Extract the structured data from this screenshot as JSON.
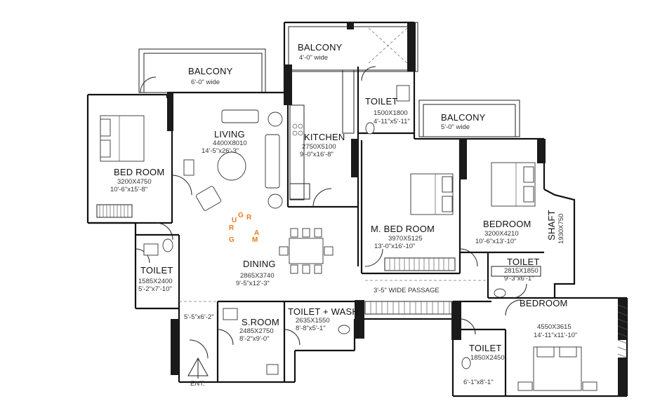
{
  "rooms": {
    "bed_room_left": {
      "name": "BED ROOM",
      "dim_mm": "3200X4750",
      "dim_ft": "10'-6\"x15'-8\""
    },
    "living": {
      "name": "LIVING",
      "dim_mm": "4400X8010",
      "dim_ft": "14'-5\"x26'-3\""
    },
    "kitchen": {
      "name": "KITCHEN",
      "dim_mm": "2750X5100",
      "dim_ft": "9'-0\"x16'-8\""
    },
    "toilet_top": {
      "name": "TOILET",
      "dim_mm": "1500X1800",
      "dim_ft": "4'-11\"x5'-11\""
    },
    "m_bed_room": {
      "name": "M. BED ROOM",
      "dim_mm": "3970X5125",
      "dim_ft": "13'-0\"x16'-10\""
    },
    "bedroom_right": {
      "name": "BEDROOM",
      "dim_mm": "3200X4210",
      "dim_ft": "10'-6\"x13'-10\""
    },
    "shaft": {
      "name": "SHAFT",
      "dim_mm": "1930X750"
    },
    "toilet_mid_right": {
      "name": "TOILET",
      "dim_mm": "2815X1850",
      "dim_ft": "9'-3\"x6'-1\""
    },
    "dining": {
      "name": "DINING",
      "dim_mm": "2865X3740",
      "dim_ft": "9'-5\"x12'-3\""
    },
    "toilet_left": {
      "name": "TOILET",
      "dim_mm": "1585X2400",
      "dim_ft": "5'-2\"x7'-10\""
    },
    "s_room": {
      "name": "S.ROOM",
      "dim_mm": "2485X2750",
      "dim_ft": "8'-2\"x9'-0\""
    },
    "toilet_wash": {
      "name": "TOILET + WASH",
      "dim_mm": "2635X1550",
      "dim_ft": "8'-8\"x5'-1\""
    },
    "bedroom_bottom": {
      "name": "BEDROOM",
      "dim_mm": "4550X3615",
      "dim_ft": "14'-11\"x11'-10\""
    },
    "toilet_bottom": {
      "name": "TOILET",
      "dim_mm": "1850X2450",
      "dim_ft": "6'-1\"x8'-1\""
    }
  },
  "balconies": {
    "living": {
      "name": "BALCONY",
      "width": "6'-0\" wide"
    },
    "kitchen": {
      "name": "BALCONY",
      "width": "4'-0\" wide"
    },
    "bedroom": {
      "name": "BALCONY",
      "width": "5'-0\" wide"
    }
  },
  "passage": {
    "label": "3'-5\" WIDE PASSAGE"
  },
  "entry": {
    "label": "ENT.",
    "note": "5'-5\"x6'-2\""
  },
  "logo": {
    "letters": [
      "R",
      "U",
      "G",
      "R",
      "A",
      "M"
    ],
    "color": "#f07a1c"
  },
  "icons": {
    "logo": "rugram-logo-icon",
    "entrance": "entrance-arrow-icon",
    "dining_table": "dining-table-icon",
    "bed": "bed-icon",
    "toilet": "toilet-icon",
    "wardrobe": "wardrobe-icon"
  }
}
